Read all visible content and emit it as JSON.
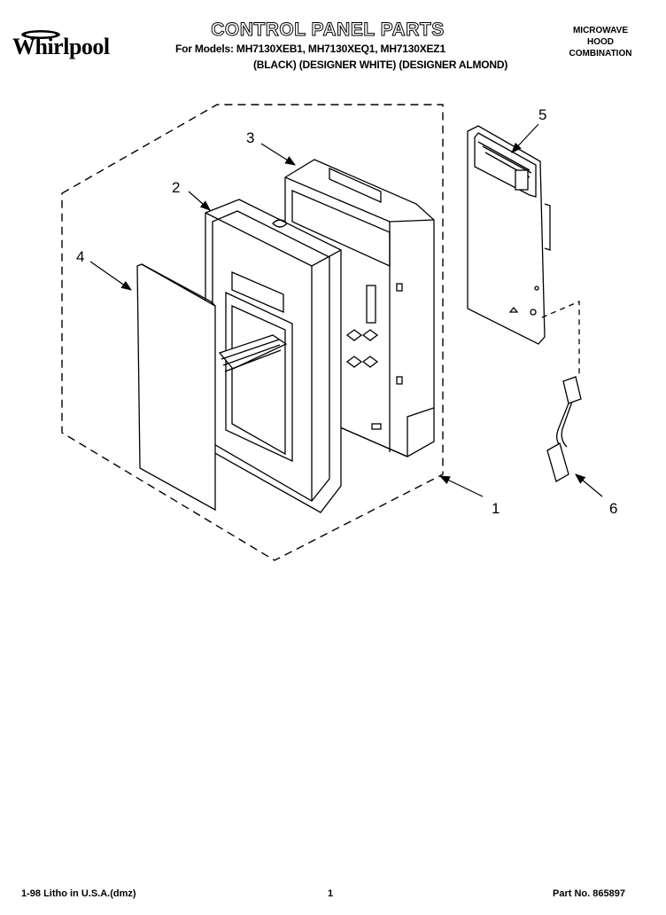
{
  "header": {
    "brand": "Whirlpool",
    "title": "CONTROL PANEL PARTS",
    "models_line": "For Models: MH7130XEB1, MH7130XEQ1, MH7130XEZ1",
    "colors_line": "(BLACK)  (DESIGNER WHITE) (DESIGNER ALMOND)",
    "product_lines": [
      "MICROWAVE",
      "HOOD",
      "COMBINATION"
    ]
  },
  "callouts": {
    "part1": "1",
    "part2": "2",
    "part3": "3",
    "part4": "4",
    "part5": "5",
    "part6": "6"
  },
  "footer": {
    "litho": "1-98 Litho in U.S.A.(dmz)",
    "page": "1",
    "part_no": "Part No. 865897"
  }
}
